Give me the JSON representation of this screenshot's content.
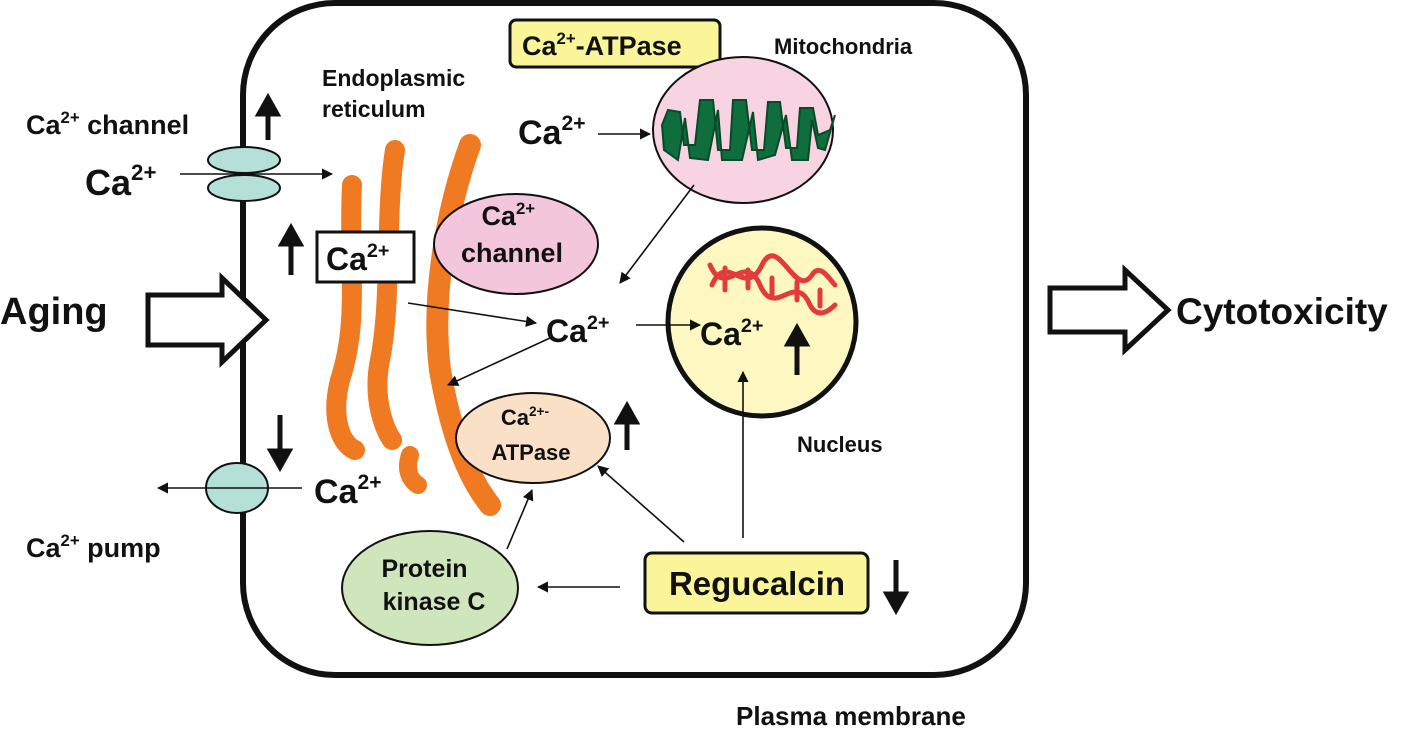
{
  "labels": {
    "ca_channel_left": "Ca",
    "ca_channel_left_sup": "2+",
    "ca_channel_left_word": " channel",
    "ca_in_left": "Ca",
    "ca_in_left_sup": "2+",
    "aging": "Aging",
    "ca_pump_ca": "Ca",
    "ca_pump_sup": "2+",
    "ca_pump_word": " pump",
    "ca_out": "Ca",
    "ca_out_sup": "2+",
    "er_line1": "Endoplasmic",
    "er_line2": "reticulum",
    "er_ca": "Ca",
    "er_ca_sup": "2+",
    "er_channel_ca": "Ca",
    "er_channel_sup": "2+",
    "er_channel_word": "channel",
    "atpase_box_ca": "Ca",
    "atpase_box_sup": "2+",
    "atpase_box_word": "-ATPase",
    "mito_label": "Mitochondria",
    "mito_ca": "Ca",
    "mito_ca_sup": "2+",
    "cyto_ca": "Ca",
    "cyto_ca_sup": "2+",
    "nuc_ca": "Ca",
    "nuc_ca_sup": "2+",
    "nucleus_label": "Nucleus",
    "er_atpase_ca": "Ca",
    "er_atpase_sup": "2+-",
    "er_atpase_word": "ATPase",
    "pkc_line1": "Protein",
    "pkc_line2": "kinase C",
    "regucalcin": "Regucalcin",
    "cytotoxicity": "Cytotoxicity",
    "plasma_membrane": "Plasma membrane"
  },
  "colors": {
    "er_orange": "#f07a22",
    "mito_pink": "#f8d3e2",
    "mito_green": "#0e6e3d",
    "er_channel_pink": "#f4c6dc",
    "nucleus_yellow": "#fdf7c2",
    "dna_red": "#e23b3b",
    "atpase_peach": "#fbe0c8",
    "pkc_green": "#cfe6bd",
    "regucalcin_yellow": "#fbf59a",
    "channel_teal": "#b4e0d7"
  }
}
